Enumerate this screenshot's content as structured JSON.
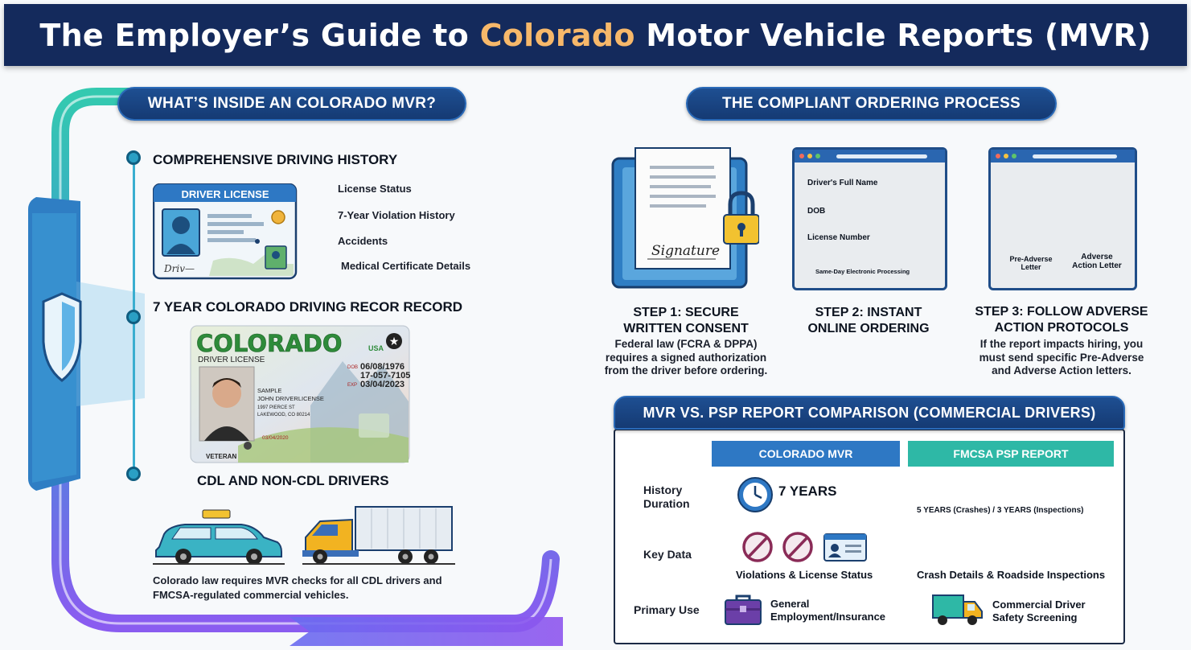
{
  "header": {
    "title_pre": "The Employer’s Guide to ",
    "title_highlight": "Colorado",
    "title_post": " Motor Vehicle Reports (MVR)"
  },
  "colors": {
    "navy": "#142a5c",
    "highlight": "#f7b86a",
    "pill_blue": "#1e4f92",
    "teal": "#2eb8a6",
    "purple": "#8a5cf0"
  },
  "left": {
    "pill": "WHAT’S INSIDE AN COLORADO MVR?",
    "history": {
      "title": "COMPREHENSIVE DRIVING HISTORY",
      "card_title": "DRIVER LICENSE",
      "items": [
        "License Status",
        "7-Year Violation History",
        "Accidents",
        "Medical Certificate Details"
      ]
    },
    "record": {
      "title": "7 YEAR COLORADO DRIVING RECOR RECORD",
      "license": {
        "state": "COLORADO",
        "usa": "USA",
        "type": "DRIVER LICENSE",
        "dob": "06/08/1976",
        "number": "17-057-7105",
        "exp": "03/04/2023",
        "name1": "SAMPLE",
        "name2": "JOHN DRIVERLICENSE",
        "addr1": "1997 PIERCE ST",
        "addr2": "LAKEWOOD, CO 80214",
        "iss": "03/04/2020",
        "veteran": "VETERAN"
      }
    },
    "drivers": {
      "title": "CDL  AND NON-CDL DRIVERS",
      "note_line1": "Colorado law requires MVR checks for all CDL drivers and",
      "note_line2": "FMCSA-regulated commercial vehicles."
    }
  },
  "process": {
    "pill": "THE COMPLIANT ORDERING PROCESS",
    "step1": {
      "title1": "STEP 1: SECURE",
      "title2": "WRITTEN CONSENT",
      "desc1": "Federal law (FCRA & DPPA)",
      "desc2": "requires a signed authorization",
      "desc3": "from the driver before ordering.",
      "signature": "Signature"
    },
    "step2": {
      "title1": "STEP 2: INSTANT",
      "title2": "ONLINE ORDERING",
      "fields": [
        "Driver's Full Name",
        "DOB",
        "License Number"
      ],
      "note": "Same-Day Electronic Processing"
    },
    "step3": {
      "title1": "STEP 3: FOLLOW ADVERSE",
      "title2": "ACTION PROTOCOLS",
      "desc1": "If the report impacts hiring, you",
      "desc2": "must send specific Pre-Adverse",
      "desc3": "and Adverse Action letters.",
      "letter1a": "Pre-Adverse",
      "letter1b": "Letter",
      "letter2a": "Adverse",
      "letter2b": "Action Letter"
    }
  },
  "comparison": {
    "pill": "MVR VS. PSP REPORT COMPARISON (COMMERCIAL DRIVERS)",
    "col1": "COLORADO MVR",
    "col2": "FMCSA PSP REPORT",
    "rows": {
      "history": {
        "label1": "History",
        "label2": "Duration",
        "mvr": "7 YEARS",
        "psp": "5 YEARS (Crashes) / 3 YEARS (Inspections)"
      },
      "keydata": {
        "label": "Key Data",
        "mvr": "Violations & License Status",
        "psp": "Crash Details & Roadside Inspections"
      },
      "use": {
        "label": "Primary Use",
        "mvr1": "General",
        "mvr2": "Employment/Insurance",
        "psp1": "Commercial Driver",
        "psp2": "Safety Screening"
      }
    }
  }
}
